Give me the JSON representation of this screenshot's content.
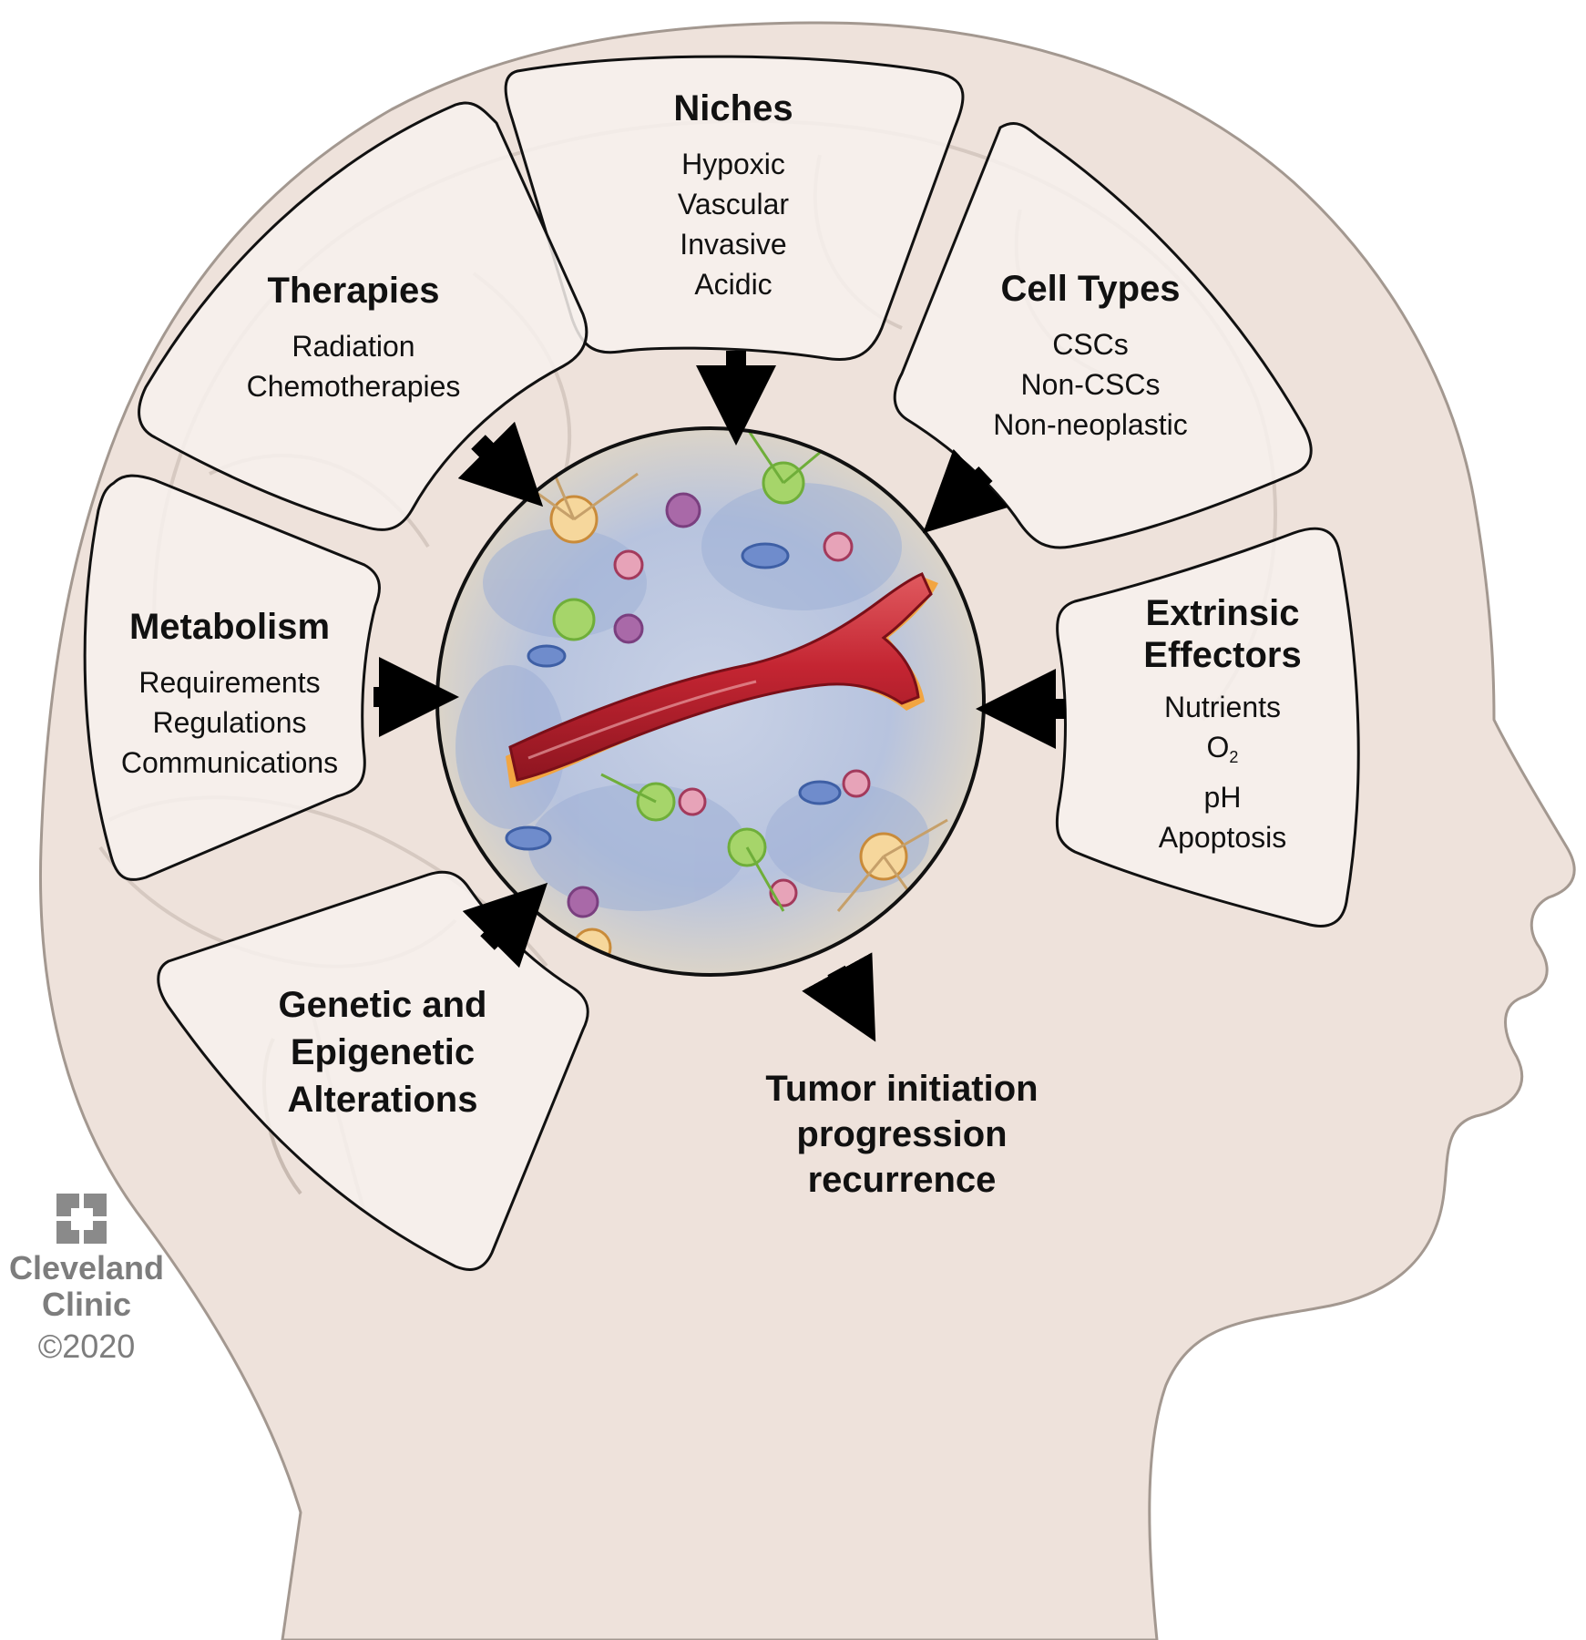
{
  "panels": {
    "niches": {
      "title": "Niches",
      "items": [
        "Hypoxic",
        "Vascular",
        "Invasive",
        "Acidic"
      ]
    },
    "therapies": {
      "title": "Therapies",
      "items": [
        "Radiation",
        "Chemotherapies"
      ]
    },
    "cell_types": {
      "title": "Cell Types",
      "items": [
        "CSCs",
        "Non-CSCs",
        "Non-neoplastic"
      ]
    },
    "metabolism": {
      "title": "Metabolism",
      "items": [
        "Requirements",
        "Regulations",
        "Communications"
      ]
    },
    "extrinsic": {
      "title_line1": "Extrinsic",
      "title_line2": "Effectors",
      "item1": "Nutrients",
      "o2_base": "O",
      "o2_sub": "2",
      "item3": "pH",
      "item4": "Apoptosis"
    },
    "genetic": {
      "lines": [
        "Genetic and",
        "Epigenetic",
        "Alterations"
      ]
    }
  },
  "outcome": {
    "lines": [
      "Tumor initiation",
      "progression",
      "recurrence"
    ]
  },
  "logo": {
    "name_line1": "Cleveland",
    "name_line2": "Clinic",
    "copyright": "©2020"
  },
  "colors": {
    "head": "#eee2db",
    "head_outline": "#a39890",
    "panel_fill": "#f7f1ed",
    "panel_stroke": "#111111",
    "vessel": "#b8202c",
    "vessel_wall": "#f2a541",
    "stroma": "#a9b7d6",
    "logo": "#7d7d7d"
  }
}
